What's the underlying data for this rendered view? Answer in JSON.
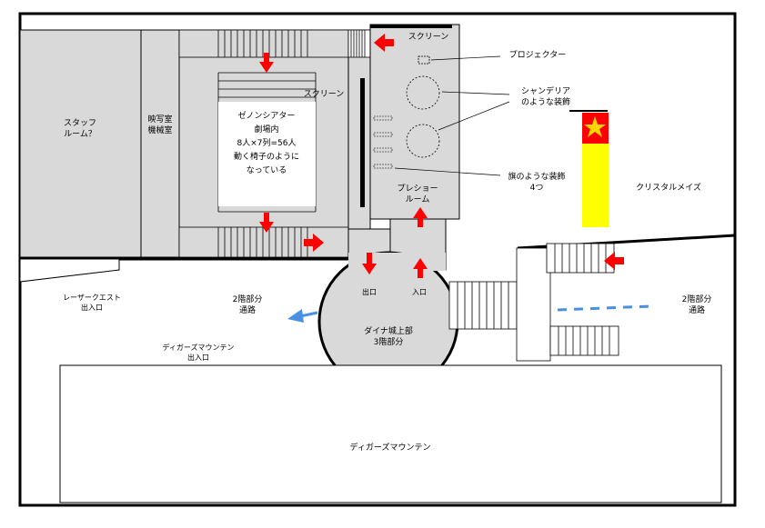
{
  "labels": {
    "staff_room": [
      "スタッフ",
      "ルーム？"
    ],
    "projection_room": [
      "映写室",
      "機械室"
    ],
    "theater": [
      "ゼノンシアター",
      "劇場内",
      "8人×7列=56人",
      "動く椅子のように",
      "なっている"
    ],
    "screen_top": "スクリーン",
    "screen_side": "スクリーン",
    "projector": "プロジェクター",
    "chandelier": [
      "シャンデリア",
      "のような装飾"
    ],
    "flags": [
      "旗のような装飾",
      "4つ"
    ],
    "preshow": [
      "プレショー",
      "ルーム"
    ],
    "crystal_maze": "クリスタルメイズ",
    "exit": "出口",
    "entrance": "入口",
    "castle_top": [
      "ダイナ城上部",
      "3階部分"
    ],
    "corridor_left": [
      "2階部分",
      "通路"
    ],
    "corridor_right": [
      "2階部分",
      "通路"
    ],
    "laser_quest": [
      "レーザークエスト",
      "出入口"
    ],
    "digger_entrance": [
      "ディガーズマウンテン",
      "出入口"
    ],
    "digger_mountain": "ディガーズマウンテン"
  },
  "colors": {
    "wall": "#000000",
    "room_fill": "#d9d9d9",
    "arrow_red": "#ff0000",
    "arrow_blue": "#4a90e2",
    "flag_yellow": "#ffff00",
    "flag_red": "#ff0000"
  },
  "icons": {
    "flow_arrow": "red-arrow-icon",
    "corridor_arrow": "blue-arrow-icon",
    "flag": "star-flag-icon"
  }
}
